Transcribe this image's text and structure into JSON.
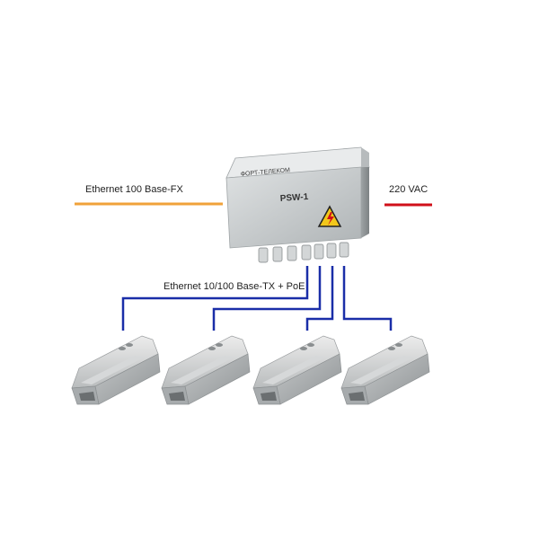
{
  "labels": {
    "fiber": "Ethernet 100 Base-FX",
    "power": "220 VAC",
    "poe": "Ethernet 10/100 Base-TX + PoE"
  },
  "device": {
    "brand": "ФОРТ-ТЕЛЕКОМ",
    "model": "PSW-1",
    "warning_icon": "high-voltage-warning-icon"
  },
  "cameras": [
    {
      "icon": "camera-housing-icon"
    },
    {
      "icon": "camera-housing-icon"
    },
    {
      "icon": "camera-housing-icon"
    },
    {
      "icon": "camera-housing-icon"
    }
  ],
  "colors": {
    "fiber_line": "#f0a23a",
    "power_line": "#d0101a",
    "poe_line": "#1a2ea8",
    "device_body": "#c9cdce"
  }
}
